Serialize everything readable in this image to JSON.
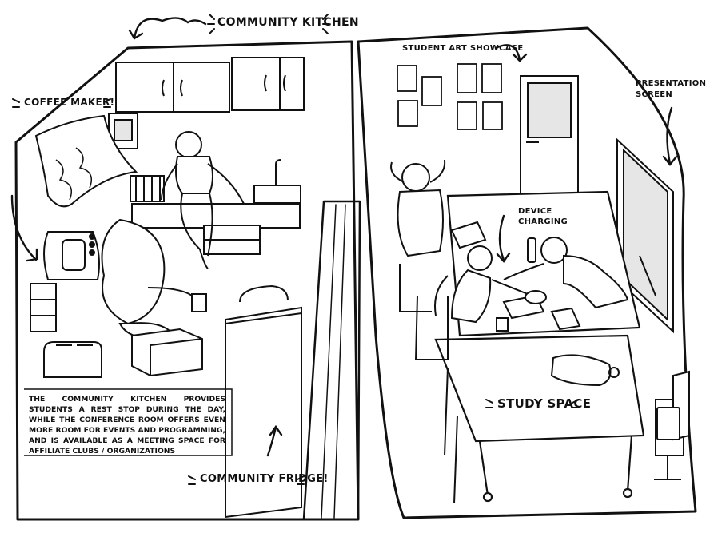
{
  "labels": {
    "community_kitchen": "Community Kitchen",
    "coffee_maker": "Coffee Maker!",
    "student_art_showcase": "Student Art Showcase",
    "presentation_screen_line1": "Presentation",
    "presentation_screen_line2": "Screen",
    "device_charging_line1": "Device",
    "device_charging_line2": "Charging",
    "study_space": "Study Space",
    "community_fridge": "Community Fridge!"
  },
  "caption": "The community kitchen provides students a rest stop during the day, while the conference room offers even more room for events and programming, and is available as a meeting space for affiliate clubs / organizations",
  "colors": {
    "ink": "#111111",
    "paper": "#ffffff",
    "shade": "#e6e6e6"
  }
}
